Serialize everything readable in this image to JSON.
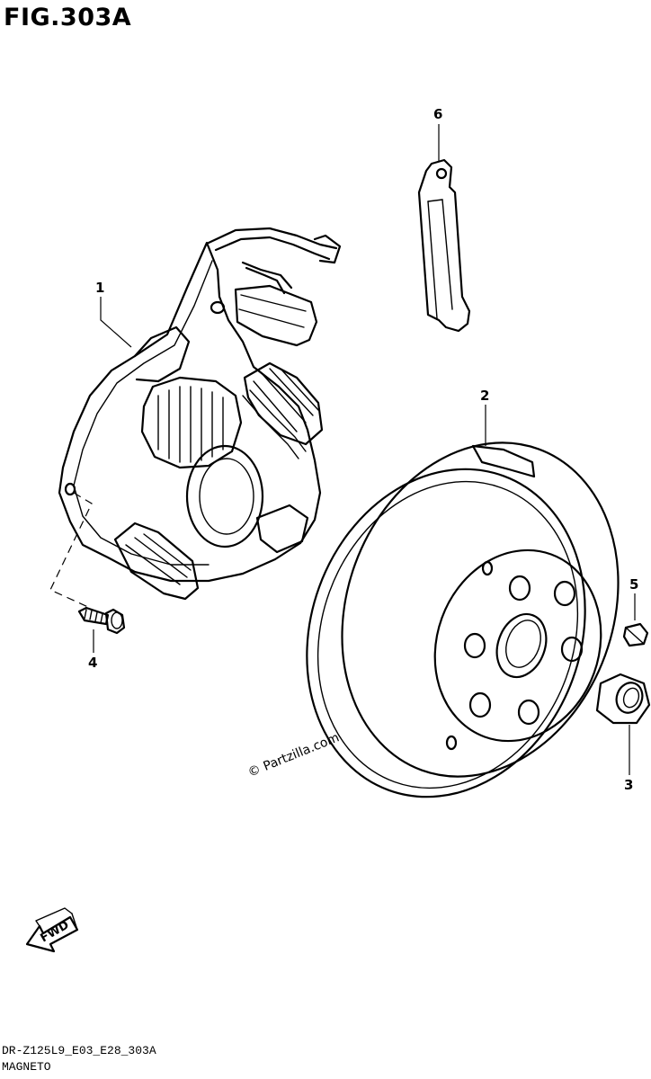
{
  "figure": {
    "title": "FIG.303A",
    "code": "DR-Z125L9_E03_E28_303A",
    "caption": "MAGNETO"
  },
  "callouts": {
    "c1": "1",
    "c2": "2",
    "c3": "3",
    "c4": "4",
    "c5": "5",
    "c6": "6"
  },
  "watermark": "© Partzilla.com",
  "fwd_label": "FWD"
}
